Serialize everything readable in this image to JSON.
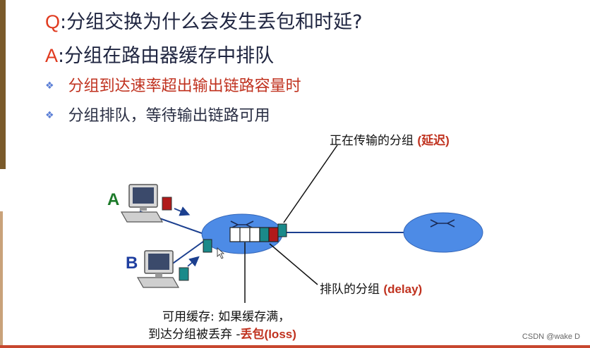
{
  "question": {
    "letter": "Q",
    "text": ":分组交换为什么会发生丢包和时延?"
  },
  "answer": {
    "letter": "A",
    "text": ":分组在路由器缓存中排队"
  },
  "bullets": [
    {
      "text": "分组到达速率超出输出链路容量时",
      "color": "#c0321f"
    },
    {
      "text": "分组排队，等待输出链路可用",
      "color": "#2a2f44"
    }
  ],
  "diagram": {
    "host_a_label": "A",
    "host_b_label": "B",
    "transmitting_label": "正在传输的分组",
    "transmitting_note": "(延迟)",
    "queued_label": "排队的分组",
    "queued_note": "(delay)",
    "buffer_label_line1": "可用缓存: 如果缓存满，",
    "buffer_label_line2_prefix": "到达分组被丢弃 -",
    "buffer_drop": "丢包",
    "buffer_drop_note": "(loss)"
  },
  "watermark": "CSDN @wake D",
  "colors": {
    "accent_red": "#e03a1f",
    "text_red": "#c0321f",
    "router_blue": "#4d8be6",
    "packet_red": "#b01a1a",
    "packet_teal": "#1a8a8a"
  }
}
